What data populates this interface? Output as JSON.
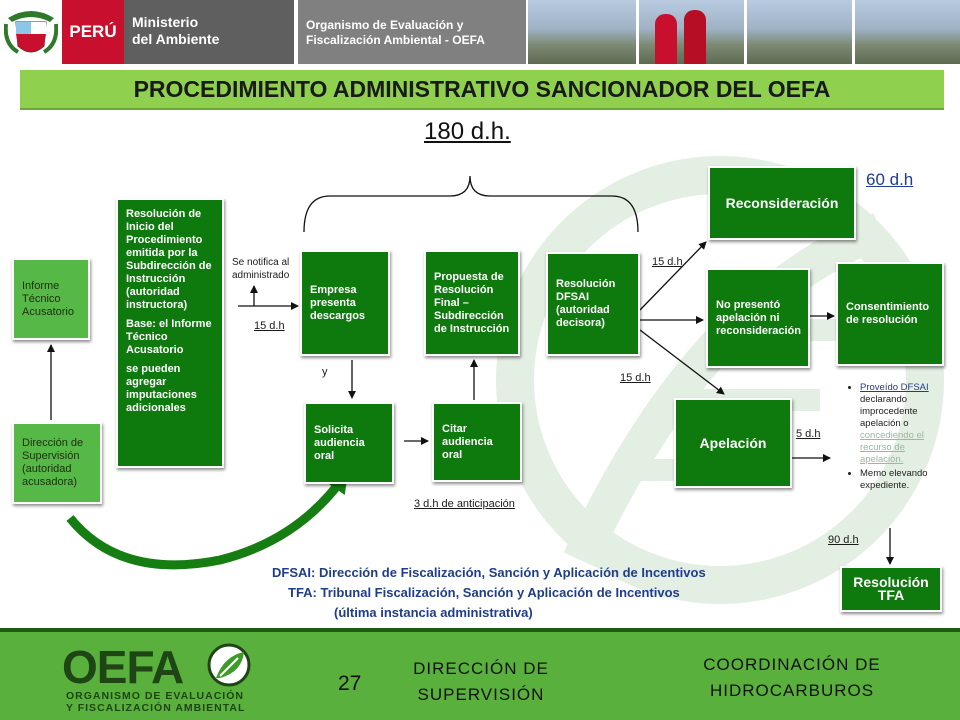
{
  "header": {
    "country": "PERÚ",
    "ministry_line1": "Ministerio",
    "ministry_line2": "del Ambiente",
    "org_line1": "Organismo de Evaluación y",
    "org_line2": "Fiscalización Ambiental - OEFA",
    "emblem_icon": "peru-coat-of-arms-icon"
  },
  "title": "PROCEDIMIENTO ADMINISTRATIVO SANCIONADOR DEL OEFA",
  "total_duration": "180 d.h.",
  "reconsideracion_duration": "60 d.h",
  "boxes": {
    "informe": "Informe Técnico Acusatorio",
    "direccion_supervision": "Dirección de Supervisión (autoridad acusadora)",
    "resolucion_inicio_p1": "Resolución de Inicio del Procedimiento emitida por la Subdirección de Instrucción (autoridad instructora)",
    "resolucion_inicio_p2": "Base: el Informe Técnico Acusatorio",
    "resolucion_inicio_p3": "se pueden agregar imputaciones adicionales",
    "empresa_descargos": "Empresa presenta descargos",
    "solicita_audiencia": "Solicita audiencia oral",
    "citar_audiencia": "Citar audiencia oral",
    "propuesta_resolucion": "Propuesta de Resolución Final – Subdirección de Instrucción",
    "resolucion_dfsai": "Resolución DFSAI (autoridad decisora)",
    "reconsideracion": "Reconsideración",
    "no_presento": "No presentó apelación ni reconsideración",
    "consentimiento": "Consentimiento de resolución",
    "apelacion": "Apelación",
    "resolucion_tfa": "Resolución TFA"
  },
  "labels": {
    "se_notifica": "Se notifica al administrado",
    "d15_a": "15 d.h",
    "y": "y",
    "d15_b": "15 d.h",
    "d15_c": "15 d.h",
    "d5": "5 d.h",
    "d90": "90 d.h",
    "anticipacion": "3 d.h de anticipación"
  },
  "bullets": {
    "b1_link": "Proveído DFSAI",
    "b1_text": " declarando improcedente apelación o ",
    "b1_faint": "concediendo el recurso de apelación.",
    "b2": "Memo elevando expediente."
  },
  "legend": {
    "dfsai": "DFSAI:  Dirección de Fiscalización, Sanción y Aplicación de Incentivos",
    "tfa": "TFA:  Tribunal Fiscalización, Sanción y Aplicación de Incentivos",
    "tfa_note": "(última instancia administrativa)"
  },
  "footer": {
    "logo": "OEFA",
    "logo_sub1": "ORGANISMO DE EVALUACIÓN",
    "logo_sub2": "Y FISCALIZACIÓN AMBIENTAL",
    "page_number": "27",
    "center_line1": "DIRECCIÓN DE",
    "center_line2": "SUPERVISIÓN",
    "right_line1": "COORDINACIÓN DE",
    "right_line2": "HIDROCARBUROS",
    "logo_icon": "oefa-leaf-icon"
  }
}
